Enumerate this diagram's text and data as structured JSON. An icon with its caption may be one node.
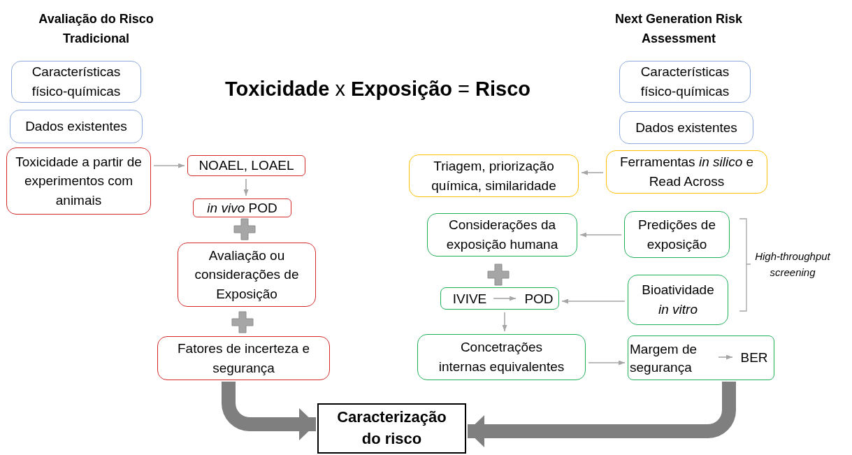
{
  "diagram": {
    "title": "**Toxicidade** x **Exposição** = **Risco**",
    "nodes": [
      {
        "text": [
          "Características físico-químicas"
        ]
      },
      {
        "text": [
          "Dados existentes"
        ]
      },
      {
        "text": [
          "Toxicidade a partir de experimentos com animais"
        ]
      },
      {
        "text": [
          "NOAEL, LOAEL"
        ]
      },
      {
        "text": [
          "*in vivo* POD"
        ]
      },
      {
        "text": [
          "Avaliação ou considerações de Exposição"
        ]
      },
      {
        "text": [
          "Fatores de incerteza e segurança"
        ]
      },
      {
        "text": [
          "Características físico-químicas"
        ]
      },
      {
        "text": [
          "Dados existentes"
        ]
      },
      {
        "text": [
          "Triagem, priorização química, similaridade"
        ]
      },
      {
        "text": [
          "Ferramentas *in silico* e Read Across"
        ]
      },
      {
        "text": [
          "Considerações da exposição humana"
        ]
      },
      {
        "text": [
          "Predições de exposição"
        ]
      },
      {
        "text": [],
        "shape": "box"
      },
      {
        "text": [
          "IVIVE"
        ],
        "in": 13
      },
      {
        "text": [
          "POD"
        ],
        "in": 13
      },
      {
        "text": [
          "Bioatividade *in vitro*"
        ]
      },
      {
        "text": [
          "Concetrações internas equivalentes"
        ]
      },
      {
        "text": [],
        "shape": "box"
      },
      {
        "text": [
          "Margem de segurança"
        ],
        "in": 18
      },
      {
        "text": [
          "BER"
        ],
        "in": 18
      },
      {
        "text": [
          "Caracterização do risco"
        ]
      }
    ],
    "edges": [
      {
        "from": 2,
        "to": 3,
        "arrow": "to"
      },
      {
        "from": 3,
        "to": 4,
        "arrow": "to"
      },
      {
        "from": 10,
        "to": 9,
        "arrow": "to"
      },
      {
        "from": 12,
        "to": 11,
        "arrow": "to"
      },
      {
        "from": 16,
        "to": 13,
        "arrow": "to"
      },
      {
        "from": 14,
        "to": 15,
        "arrow": "to"
      },
      {
        "from": 13,
        "to": 17,
        "arrow": "to"
      },
      {
        "from": 17,
        "to": 18,
        "arrow": "to"
      },
      {
        "from": 19,
        "to": 20,
        "arrow": "to"
      },
      {
        "from": 6,
        "to": 21,
        "arrow": "to",
        "style": "thick",
        "color": "#7f7f7f"
      },
      {
        "from": 18,
        "to": 21,
        "arrow": "to",
        "style": "thick",
        "color": "#7f7f7f"
      }
    ],
    "labels": [
      "Avaliação do Risco Tradicional",
      "Next Generation Risk Assessment",
      "High-throughput screening"
    ]
  }
}
